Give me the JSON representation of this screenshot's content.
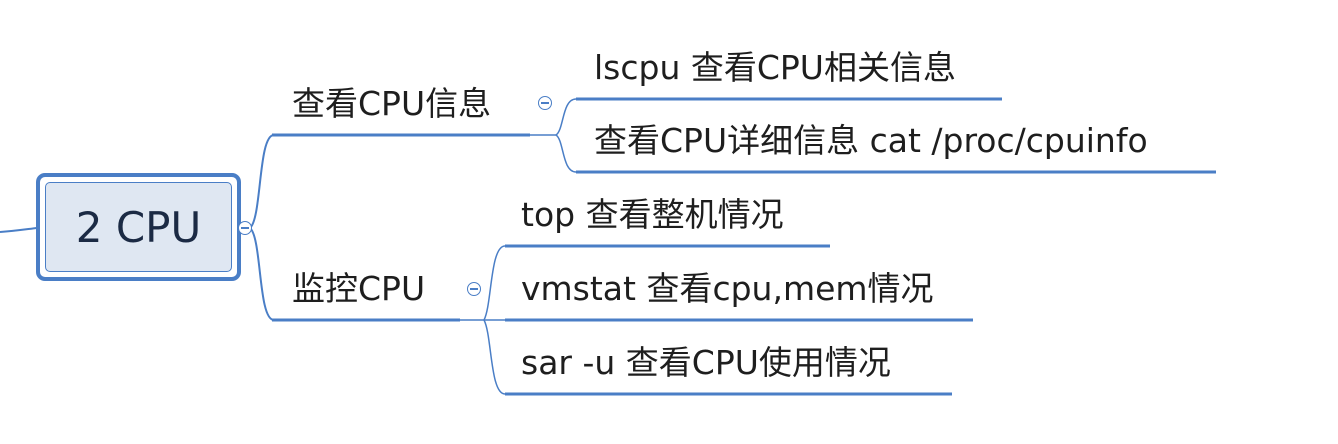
{
  "root": {
    "label": "2 CPU"
  },
  "branches": [
    {
      "label": "查看CPU信息",
      "children": [
        {
          "label": "lscpu 查看CPU相关信息"
        },
        {
          "label": "查看CPU详细信息 cat /proc/cpuinfo"
        }
      ]
    },
    {
      "label": "监控CPU",
      "children": [
        {
          "label": "top 查看整机情况"
        },
        {
          "label": "vmstat 查看cpu,mem情况"
        },
        {
          "label": "sar -u 查看CPU使用情况"
        }
      ]
    }
  ],
  "colors": {
    "line": "#4a7ec6",
    "root_fill": "#dfe7f2",
    "text": "#1e1e1e"
  }
}
